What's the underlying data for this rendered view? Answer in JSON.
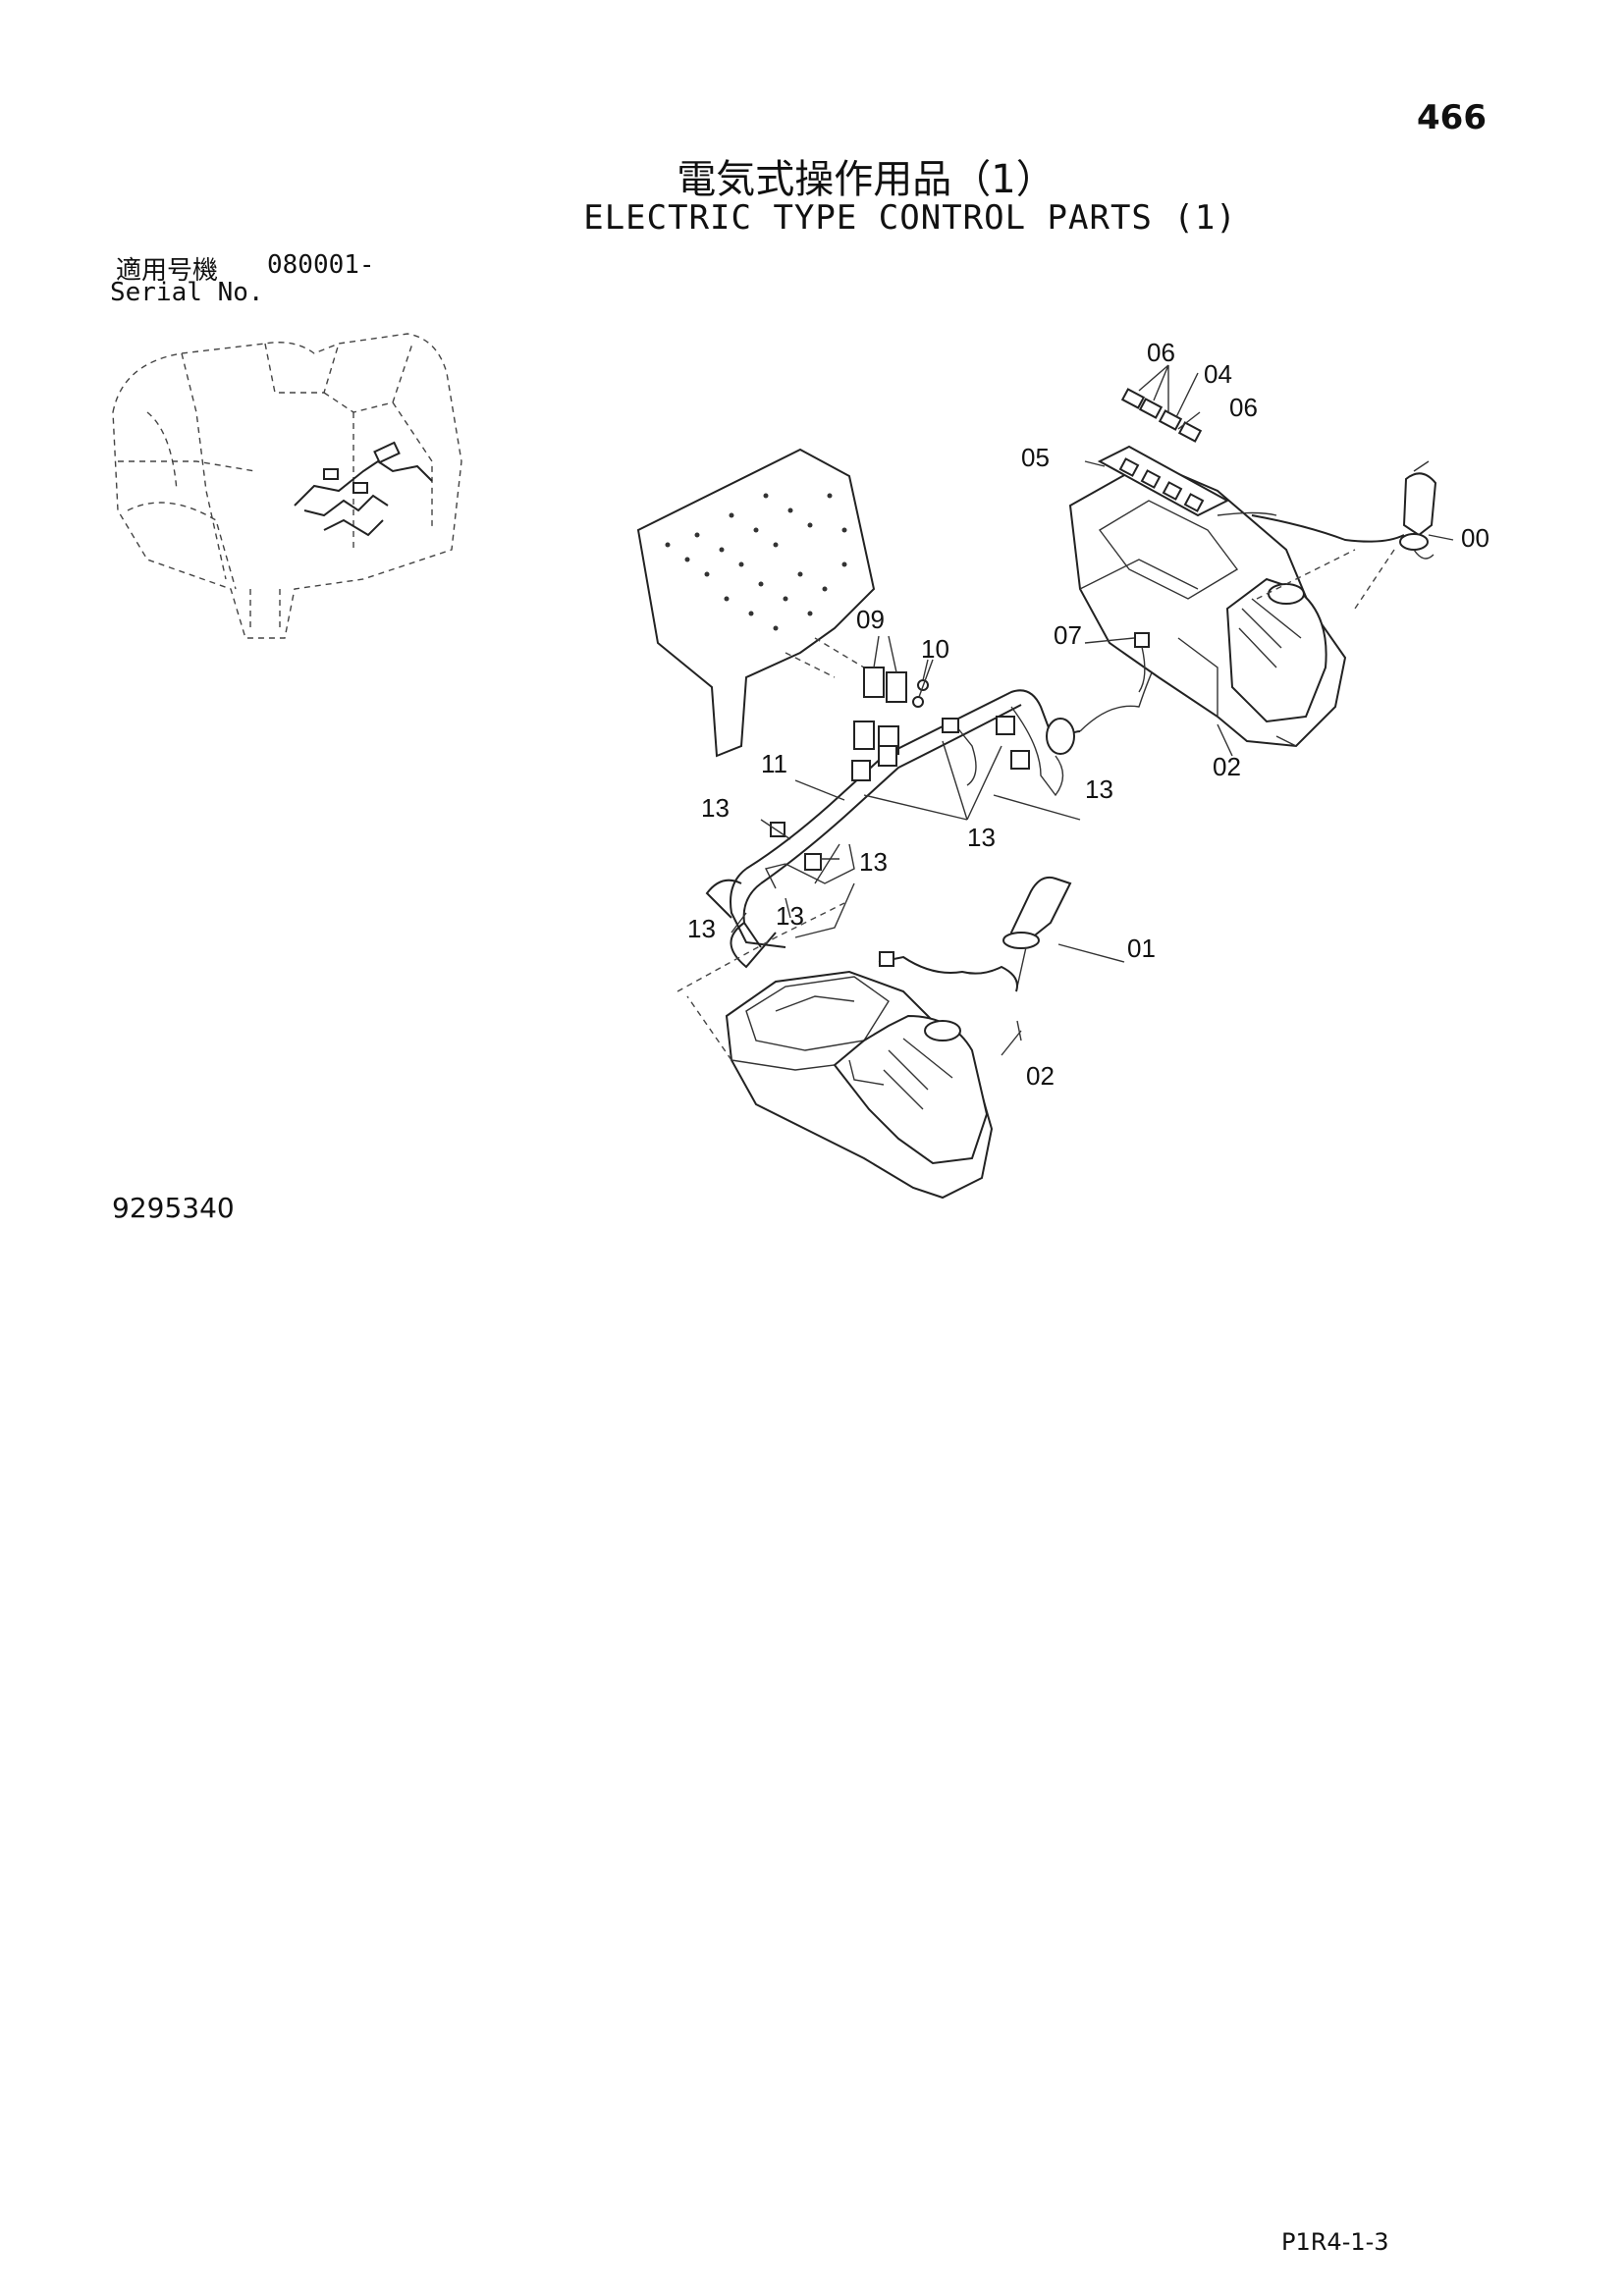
{
  "page_number": "466",
  "title_ja": "電気式操作用品（1）",
  "title_en": "ELECTRIC TYPE CONTROL PARTS (1)",
  "serial": {
    "label_ja": "適用号機",
    "from": "080001-",
    "label_en": "Serial No."
  },
  "callouts": {
    "c00": "00",
    "c01": "01",
    "c02a": "02",
    "c02b": "02",
    "c04": "04",
    "c05": "05",
    "c06a": "06",
    "c06b": "06",
    "c07": "07",
    "c09": "09",
    "c10": "10",
    "c11": "11",
    "c13a": "13",
    "c13b": "13",
    "c13c": "13",
    "c13d": "13",
    "c13e": "13",
    "c13f": "13"
  },
  "drawing_number": "9295340",
  "page_code": "P1R4-1-3"
}
